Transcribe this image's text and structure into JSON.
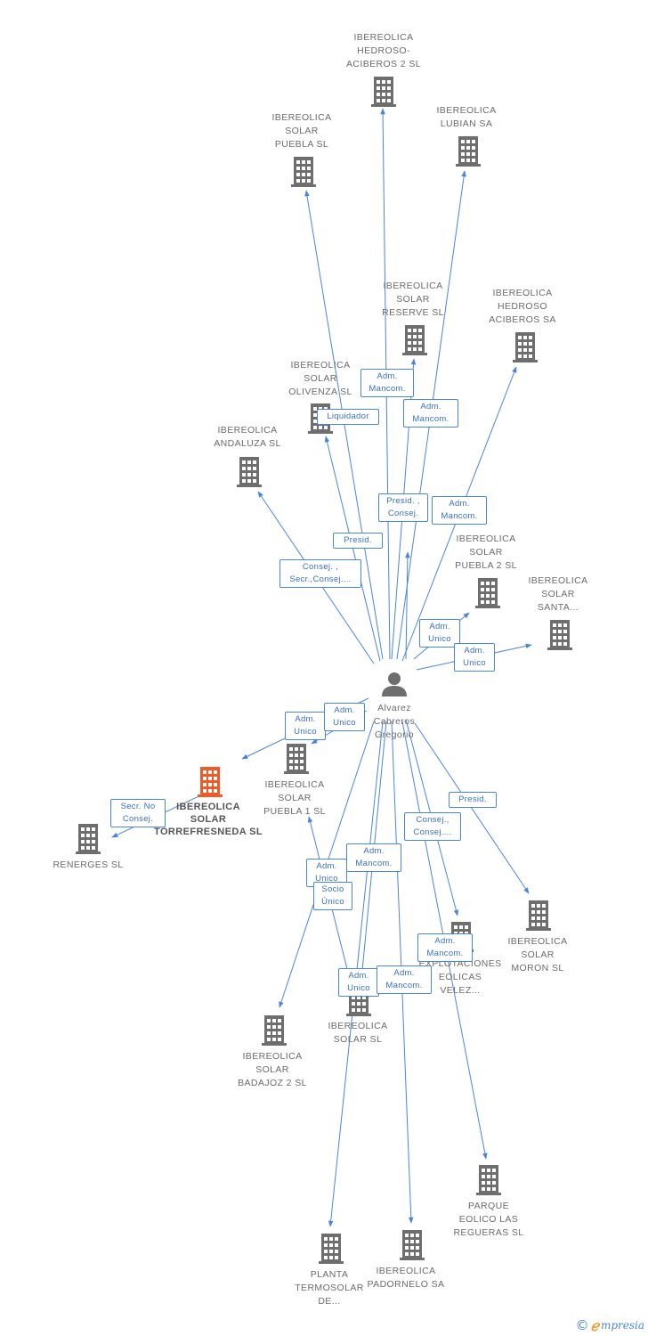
{
  "diagram": {
    "center_person": {
      "name_lines": [
        "Alvarez",
        "Cabreros",
        "Gregorio"
      ]
    },
    "nodes": [
      {
        "id": "hedroso_aciberos_2",
        "lines": [
          "IBEREOLICA",
          "HEDROSO-",
          "ACIBEROS 2 SL"
        ],
        "main": false
      },
      {
        "id": "lubian",
        "lines": [
          "IBEREOLICA",
          "LUBIAN SA"
        ],
        "main": false
      },
      {
        "id": "solar_puebla",
        "lines": [
          "IBEREOLICA",
          "SOLAR",
          "PUEBLA SL"
        ],
        "main": false
      },
      {
        "id": "solar_reserve",
        "lines": [
          "IBEREOLICA",
          "SOLAR",
          "RESERVE SL"
        ],
        "main": false
      },
      {
        "id": "hedroso_aciberos_sa",
        "lines": [
          "IBEREOLICA",
          "HEDROSO",
          "ACIBEROS SA"
        ],
        "main": false
      },
      {
        "id": "solar_olivenza",
        "lines": [
          "IBEREOLICA",
          "SOLAR",
          "OLIVENZA SL"
        ],
        "main": false
      },
      {
        "id": "andaluza",
        "lines": [
          "IBEREOLICA",
          "ANDALUZA SL"
        ],
        "main": false
      },
      {
        "id": "solar_puebla_2",
        "lines": [
          "IBEREOLICA",
          "SOLAR",
          "PUEBLA 2 SL"
        ],
        "main": false
      },
      {
        "id": "solar_santa",
        "lines": [
          "IBEREOLICA",
          "SOLAR",
          "SANTA..."
        ],
        "main": false
      },
      {
        "id": "torrefresneda",
        "lines": [
          "IBEREOLICA",
          "SOLAR",
          "TORREFRESNEDA SL"
        ],
        "main": true
      },
      {
        "id": "solar_puebla_1",
        "lines": [
          "IBEREOLICA",
          "SOLAR",
          "PUEBLA 1 SL"
        ],
        "main": false
      },
      {
        "id": "renerges",
        "lines": [
          "RENERGES SL"
        ],
        "main": false
      },
      {
        "id": "solar_moron",
        "lines": [
          "IBEREOLICA",
          "SOLAR",
          "MORON SL"
        ],
        "main": false
      },
      {
        "id": "explotaciones",
        "lines": [
          "EXPLOTACIONES",
          "EOLICAS",
          "VELEZ..."
        ],
        "main": false
      },
      {
        "id": "solar_sl",
        "lines": [
          "IBEREOLICA",
          "SOLAR SL"
        ],
        "main": false
      },
      {
        "id": "solar_badajoz_2",
        "lines": [
          "IBEREOLICA",
          "SOLAR",
          "BADAJOZ 2 SL"
        ],
        "main": false
      },
      {
        "id": "regueras",
        "lines": [
          "PARQUE",
          "EOLICO LAS",
          "REGUERAS SL"
        ],
        "main": false
      },
      {
        "id": "termosolar",
        "lines": [
          "PLANTA",
          "TERMOSOLAR",
          "DE..."
        ],
        "main": false
      },
      {
        "id": "padornelo",
        "lines": [
          "IBEREOLICA",
          "PADORNELO SA"
        ],
        "main": false
      }
    ],
    "edge_labels": [
      {
        "id": "lbl_adm_mancom_1",
        "lines": [
          "Adm.",
          "Mancom."
        ]
      },
      {
        "id": "lbl_adm_mancom_2",
        "lines": [
          "Adm.",
          "Mancom."
        ]
      },
      {
        "id": "lbl_liquidador",
        "lines": [
          "Liquidador"
        ]
      },
      {
        "id": "lbl_presid_consej",
        "lines": [
          "Presid. ,",
          "Consej."
        ]
      },
      {
        "id": "lbl_adm_mancom_3",
        "lines": [
          "Adm.",
          "Mancom."
        ]
      },
      {
        "id": "lbl_presid_1",
        "lines": [
          "Presid."
        ]
      },
      {
        "id": "lbl_consej_secr",
        "lines": [
          "Consej. ,",
          "Secr.,Consej...."
        ]
      },
      {
        "id": "lbl_adm_unico_1",
        "lines": [
          "Adm.",
          "Unico"
        ]
      },
      {
        "id": "lbl_adm_unico_2",
        "lines": [
          "Adm.",
          "Unico"
        ]
      },
      {
        "id": "lbl_adm_unico_3",
        "lines": [
          "Adm.",
          "Unico"
        ]
      },
      {
        "id": "lbl_adm_unico_4",
        "lines": [
          "Adm.",
          "Unico"
        ]
      },
      {
        "id": "lbl_secr_no_consej",
        "lines": [
          "Secr.  No",
          "Consej."
        ]
      },
      {
        "id": "lbl_presid_2",
        "lines": [
          "Presid."
        ]
      },
      {
        "id": "lbl_consej_consej",
        "lines": [
          "Consej.,",
          "Consej...."
        ]
      },
      {
        "id": "lbl_adm_mancom_4",
        "lines": [
          "Adm.",
          "Mancom."
        ]
      },
      {
        "id": "lbl_adm_unico_5",
        "lines": [
          "Adm.",
          "Unico"
        ]
      },
      {
        "id": "lbl_socio_unico",
        "lines": [
          "Socio",
          "Único"
        ]
      },
      {
        "id": "lbl_adm_mancom_5",
        "lines": [
          "Adm.",
          "Mancom."
        ]
      },
      {
        "id": "lbl_adm_unico_6",
        "lines": [
          "Adm.",
          "Unico"
        ]
      },
      {
        "id": "lbl_adm_mancom_6",
        "lines": [
          "Adm.",
          "Mancom."
        ]
      }
    ]
  },
  "colors": {
    "edge": "#4a86d8",
    "building": "#6e6e6e",
    "building_main": "#f05a28",
    "person": "#6e6e6e"
  },
  "footer": {
    "copyright_symbol": "©",
    "brand_initial": "ℯ",
    "brand_rest": "mpresia"
  }
}
